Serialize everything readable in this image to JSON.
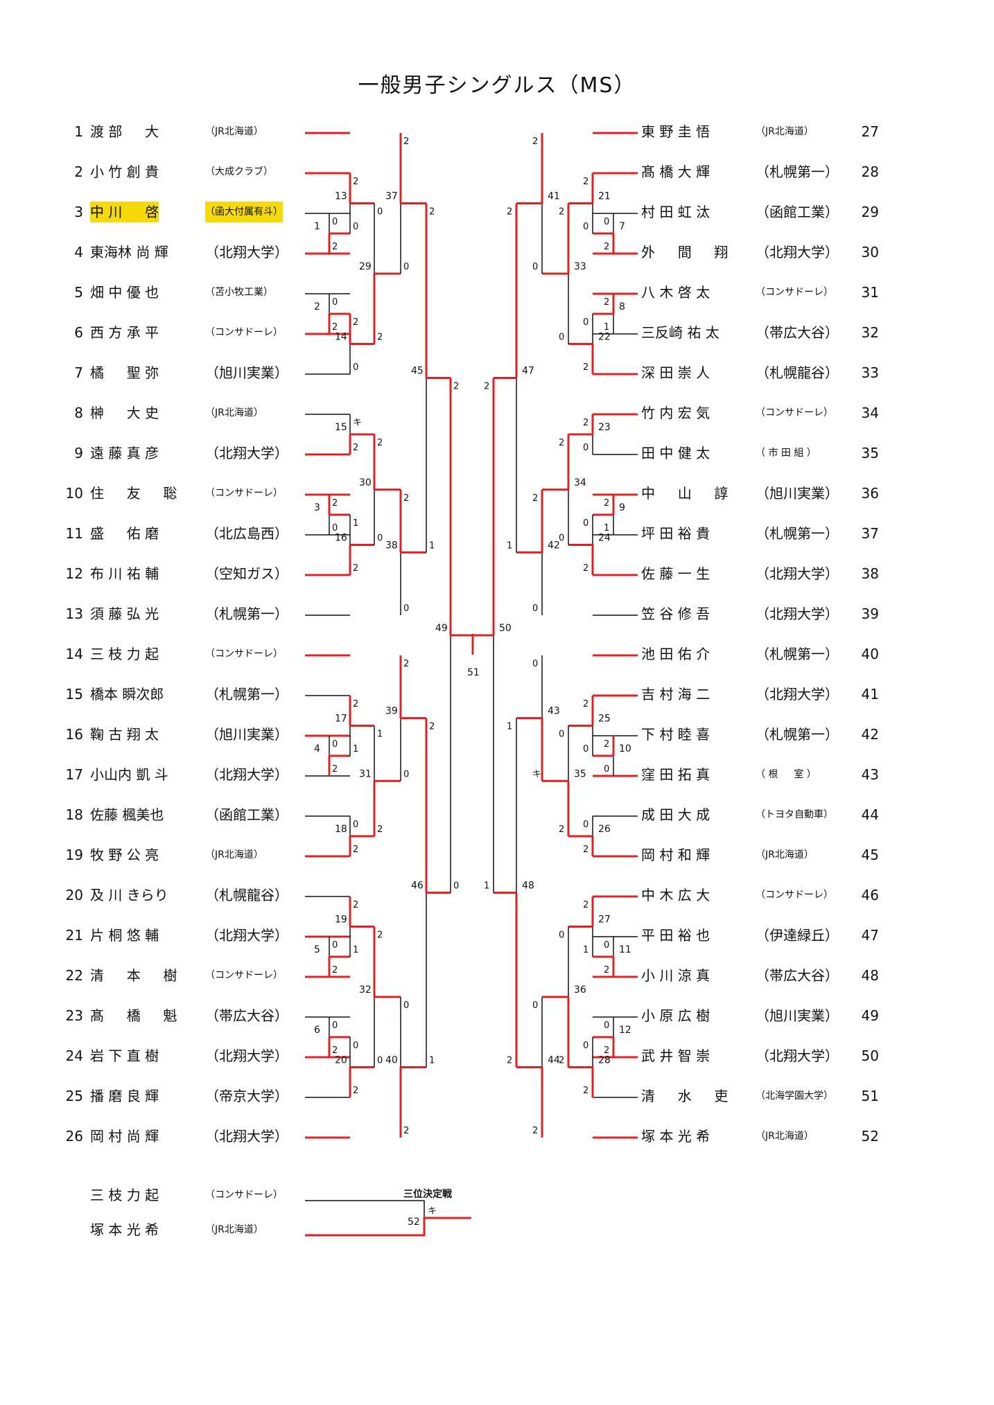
{
  "title": "一般男子シングルス（MS）",
  "third_place_label": "三位決定戦",
  "left_players": [
    {
      "no": "1",
      "name": "渡 部 　 大",
      "team": "（JR北海道）"
    },
    {
      "no": "2",
      "name": "小 竹 創 貴",
      "team": "（大成クラブ）"
    },
    {
      "no": "3",
      "name": "中 川 　 啓",
      "team": "（函大付属有斗）",
      "highlight": true
    },
    {
      "no": "4",
      "name": "東海林 尚 輝",
      "team": "（北翔大学）"
    },
    {
      "no": "5",
      "name": "畑 中 優 也",
      "team": "（苫小牧工業）"
    },
    {
      "no": "6",
      "name": "西 方 承 平",
      "team": "（コンサドーレ）"
    },
    {
      "no": "7",
      "name": "橘 　 聖 弥",
      "team": "（旭川実業）"
    },
    {
      "no": "8",
      "name": "榊 　 大 史",
      "team": "（JR北海道）"
    },
    {
      "no": "9",
      "name": "遠 藤 真 彦",
      "team": "（北翔大学）"
    },
    {
      "no": "10",
      "name": "住 　 友 　 聡",
      "team": "（コンサドーレ）"
    },
    {
      "no": "11",
      "name": "盛 　 佑 磨",
      "team": "（北広島西）"
    },
    {
      "no": "12",
      "name": "布 川 祐 輔",
      "team": "（空知ガス）"
    },
    {
      "no": "13",
      "name": "須 藤 弘 光",
      "team": "（札幌第一）"
    },
    {
      "no": "14",
      "name": "三 枝 力 起",
      "team": "（コンサドーレ）"
    },
    {
      "no": "15",
      "name": "橋本 瞬次郎",
      "team": "（札幌第一）"
    },
    {
      "no": "16",
      "name": "鞠 古 翔 太",
      "team": "（旭川実業）"
    },
    {
      "no": "17",
      "name": "小山内 凱 斗",
      "team": "（北翔大学）"
    },
    {
      "no": "18",
      "name": "佐藤 楓美也",
      "team": "（函館工業）"
    },
    {
      "no": "19",
      "name": "牧 野 公 亮",
      "team": "（JR北海道）"
    },
    {
      "no": "20",
      "name": "及 川 きらり",
      "team": "（札幌龍谷）"
    },
    {
      "no": "21",
      "name": "片 桐 悠 輔",
      "team": "（北翔大学）"
    },
    {
      "no": "22",
      "name": "清 　 本 　 樹",
      "team": "（コンサドーレ）"
    },
    {
      "no": "23",
      "name": "髙 　 橋 　 魁",
      "team": "（帯広大谷）"
    },
    {
      "no": "24",
      "name": "岩 下 直 樹",
      "team": "（北翔大学）"
    },
    {
      "no": "25",
      "name": "播 磨 良 輝",
      "team": "（帝京大学）"
    },
    {
      "no": "26",
      "name": "岡 村 尚 輝",
      "team": "（北翔大学）"
    }
  ],
  "right_players": [
    {
      "no": "27",
      "name": "東 野 圭 悟",
      "team": "（JR北海道）"
    },
    {
      "no": "28",
      "name": "髙 橋 大 輝",
      "team": "（札幌第一）"
    },
    {
      "no": "29",
      "name": "村 田 虹 汰",
      "team": "（函館工業）"
    },
    {
      "no": "30",
      "name": "外 　 間 　 翔",
      "team": "（北翔大学）"
    },
    {
      "no": "31",
      "name": "八 木 啓 太",
      "team": "（コンサドーレ）"
    },
    {
      "no": "32",
      "name": "三反崎 祐 太",
      "team": "（帯広大谷）"
    },
    {
      "no": "33",
      "name": "深 田 崇 人",
      "team": "（札幌龍谷）"
    },
    {
      "no": "34",
      "name": "竹 内 宏 気",
      "team": "（コンサドーレ）"
    },
    {
      "no": "35",
      "name": "田 中 健 太",
      "team": "（ 市 田 組 ）"
    },
    {
      "no": "36",
      "name": "中 　 山 　 諄",
      "team": "（旭川実業）"
    },
    {
      "no": "37",
      "name": "坪 田 裕 貴",
      "team": "（札幌第一）"
    },
    {
      "no": "38",
      "name": "佐 藤 一 生",
      "team": "（北翔大学）"
    },
    {
      "no": "39",
      "name": "笠 谷 修 吾",
      "team": "（北翔大学）"
    },
    {
      "no": "40",
      "name": "池 田 佑 介",
      "team": "（札幌第一）"
    },
    {
      "no": "41",
      "name": "吉 村 海 二",
      "team": "（北翔大学）"
    },
    {
      "no": "42",
      "name": "下 村 睦 喜",
      "team": "（札幌第一）"
    },
    {
      "no": "43",
      "name": "窪 田 拓 真",
      "team": "（ 根 　 室 ）"
    },
    {
      "no": "44",
      "name": "成 田 大 成",
      "team": "（トヨタ自動車）"
    },
    {
      "no": "45",
      "name": "岡 村 和 輝",
      "team": "（JR北海道）"
    },
    {
      "no": "46",
      "name": "中 木 広 大",
      "team": "（コンサドーレ）"
    },
    {
      "no": "47",
      "name": "平 田 裕 也",
      "team": "（伊達緑丘）"
    },
    {
      "no": "48",
      "name": "小 川 涼 真",
      "team": "（帯広大谷）"
    },
    {
      "no": "49",
      "name": "小 原 広 樹",
      "team": "（旭川実業）"
    },
    {
      "no": "50",
      "name": "武 井 智 崇",
      "team": "（北翔大学）"
    },
    {
      "no": "51",
      "name": "清 　 水 　 吏",
      "team": "（北海学園大学）"
    },
    {
      "no": "52",
      "name": "塚 本 光 希",
      "team": "（JR北海道）"
    }
  ],
  "third_place_players": [
    {
      "name": "三 枝 力 起",
      "team": "（コンサドーレ）"
    },
    {
      "name": "塚 本 光 希",
      "team": "（JR北海道）"
    }
  ]
}
